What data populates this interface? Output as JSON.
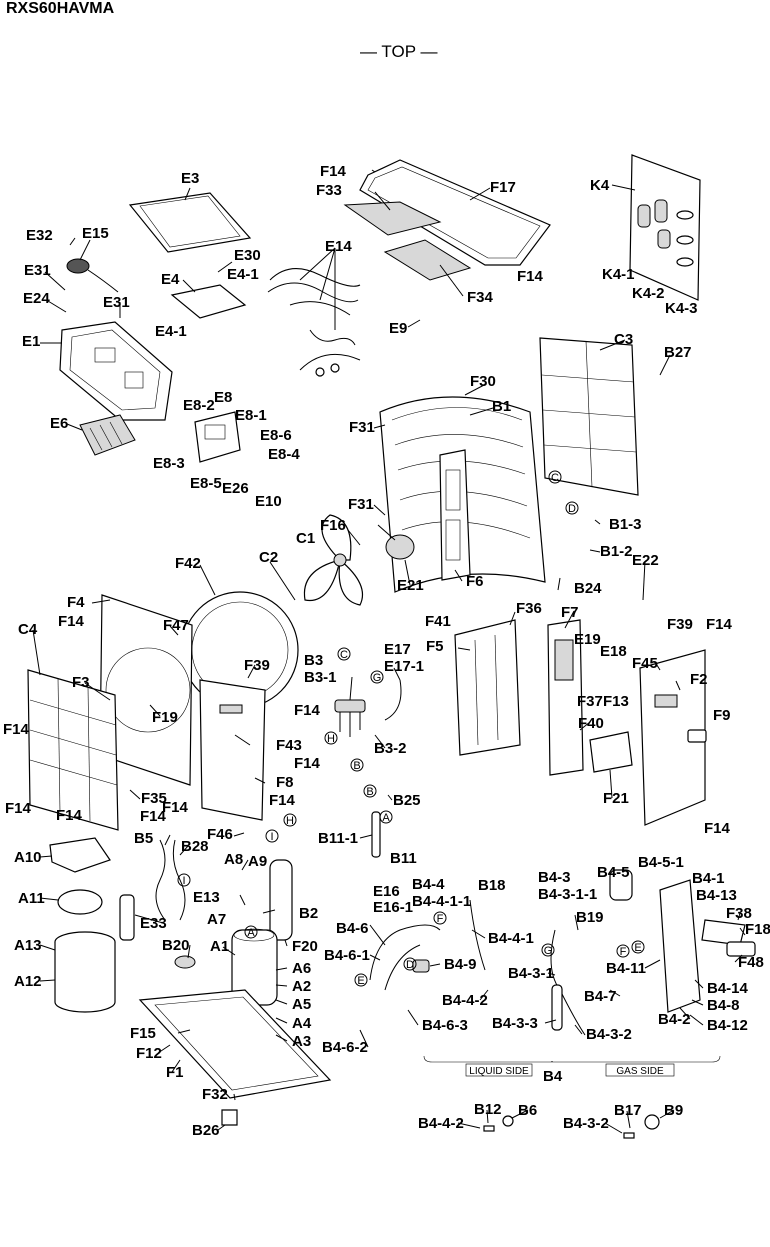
{
  "header": {
    "model": "RXS60HAVMA",
    "top_label": "— TOP —"
  },
  "labels": {
    "F14a": "F14",
    "F17": "F17",
    "F33": "F33",
    "E14": "E14",
    "F34": "F34",
    "F14b": "F14",
    "K4": "K4",
    "K4_1": "K4-1",
    "K4_2": "K4-2",
    "K4_3": "K4-3",
    "E3": "E3",
    "E32": "E32",
    "E15": "E15",
    "E31a": "E31",
    "E24": "E24",
    "E31b": "E31",
    "E30": "E30",
    "E4": "E4",
    "E4_1a": "E4-1",
    "E4_1b": "E4-1",
    "E1": "E1",
    "E6": "E6",
    "E9": "E9",
    "C3": "C3",
    "B27": "B27",
    "F30": "F30",
    "B1": "B1",
    "E8": "E8",
    "E8_2": "E8-2",
    "E8_1": "E8-1",
    "E8_6": "E8-6",
    "E8_4": "E8-4",
    "E8_3": "E8-3",
    "E8_5": "E8-5",
    "E26": "E26",
    "E10": "E10",
    "F31a": "F31",
    "F31b": "F31",
    "C1": "C1",
    "F16": "F16",
    "B1_3": "B1-3",
    "B1_2": "B1-2",
    "C2": "C2",
    "E21": "E21",
    "F6": "F6",
    "B24": "B24",
    "E22": "E22",
    "F42": "F42",
    "F4": "F4",
    "F14c": "F14",
    "F47": "F47",
    "C4": "C4",
    "F36": "F36",
    "F41": "F41",
    "F5": "F5",
    "F7": "F7",
    "F39a": "F39",
    "F14d": "F14",
    "E19": "E19",
    "E18": "E18",
    "F45": "F45",
    "F2": "F2",
    "F39b": "F39",
    "B3": "B3",
    "B3_1": "B3-1",
    "E17": "E17",
    "E17_1": "E17-1",
    "F3": "F3",
    "F19": "F19",
    "F14e": "F14",
    "F14f": "F14",
    "F37": "F37",
    "F13": "F13",
    "F9": "F9",
    "F40": "F40",
    "F43": "F43",
    "B3_2": "B3-2",
    "F14g": "F14",
    "F8": "F8",
    "F14h": "F14",
    "F21": "F21",
    "F35": "F35",
    "F14i": "F14",
    "F14j": "F14",
    "F14k": "F14",
    "F14l": "F14",
    "B25": "B25",
    "F14m": "F14",
    "B5": "B5",
    "B28": "B28",
    "F46": "F46",
    "B11_1": "B11-1",
    "B11": "B11",
    "A10": "A10",
    "A8": "A8",
    "A9": "A9",
    "E16": "E16",
    "E16_1": "E16-1",
    "B4_4": "B4-4",
    "B4_4_1_1": "B4-4-1-1",
    "B18": "B18",
    "B4_3": "B4-3",
    "B4_3_1_1": "B4-3-1-1",
    "B4_5": "B4-5",
    "B4_5_1": "B4-5-1",
    "B4_1": "B4-1",
    "B4_13": "B4-13",
    "A11": "A11",
    "E13": "E13",
    "A7": "A7",
    "B2": "B2",
    "E33": "E33",
    "B4_6": "B4-6",
    "B4_4_1": "B4-4-1",
    "B19": "B19",
    "F38": "F38",
    "F18": "F18",
    "A13": "A13",
    "B20": "B20",
    "A1": "A1",
    "F20": "F20",
    "A6": "A6",
    "B4_6_1": "B4-6-1",
    "B4_9": "B4-9",
    "B4_3_1": "B4-3-1",
    "B4_11": "B4-11",
    "F48": "F48",
    "A12": "A12",
    "A2": "A2",
    "A5": "A5",
    "F15": "F15",
    "A4": "A4",
    "B4_4_2": "B4-4-2",
    "B4_14": "B4-14",
    "B4_7": "B4-7",
    "B4_8": "B4-8",
    "B4_6_3": "B4-6-3",
    "B4_3_3": "B4-3-3",
    "B4_3_2": "B4-3-2",
    "F12": "F12",
    "A3": "A3",
    "B4_2": "B4-2",
    "B4_12": "B4-12",
    "F1": "F1",
    "B4_6_2": "B4-6-2",
    "B4": "B4",
    "F32": "F32",
    "B26": "B26",
    "B4_4_2b": "B4-4-2",
    "B12": "B12",
    "B6": "B6",
    "B4_3_2b": "B4-3-2",
    "B17": "B17",
    "B9": "B9"
  },
  "side_labels": {
    "liquid_side": "LIQUID SIDE",
    "gas_side": "GAS SIDE"
  },
  "connection_marks": {
    "C1": "C",
    "D1": "D",
    "C2": "C",
    "G1": "G",
    "H1": "H",
    "B1": "B",
    "B2": "B",
    "A1": "A",
    "I1": "I",
    "H2": "H",
    "I2": "I",
    "A2": "A",
    "F1": "F",
    "E1": "E",
    "D2": "D",
    "G2": "G",
    "F2": "F",
    "E2": "E"
  }
}
